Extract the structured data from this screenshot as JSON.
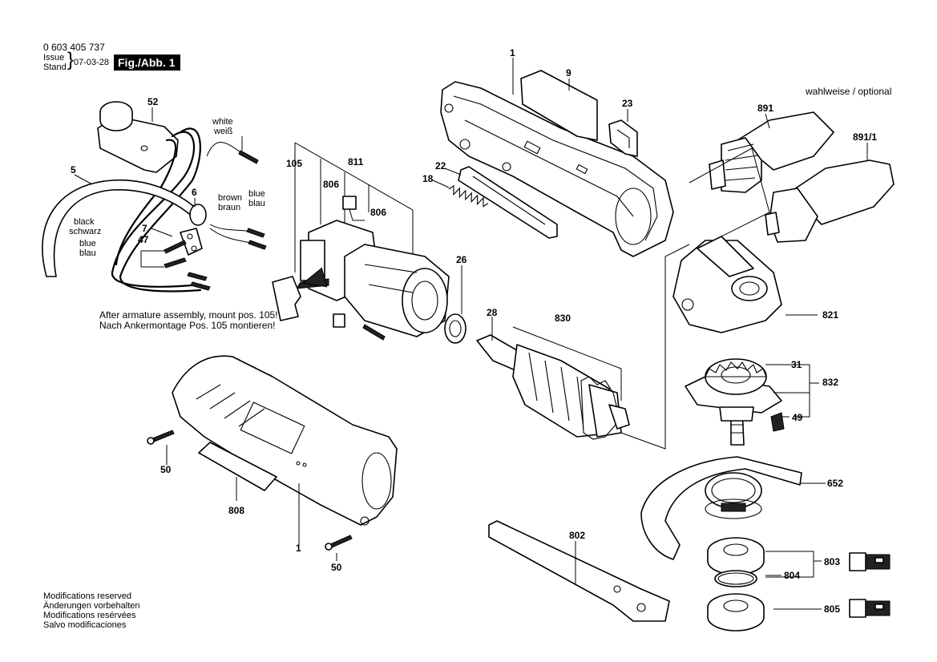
{
  "header": {
    "part_number": "0 603 405 737",
    "issue_line1": "Issue",
    "issue_line2": "Stand",
    "issue_date": "07-03-28",
    "figure_label": "Fig./Abb. 1"
  },
  "option_note": "wahlweise / optional",
  "wire_labels": {
    "white": "white",
    "weiss": "weiß",
    "brown": "brown",
    "braun": "braun",
    "blue_top": "blue",
    "blau_top": "blau",
    "black": "black",
    "schwarz": "schwarz",
    "blue_left": "blue",
    "blau_left": "blau"
  },
  "assembly_note": {
    "line1": "After armature assembly, mount pos. 105!",
    "line2": "Nach Ankermontage Pos. 105 montieren!"
  },
  "footer": {
    "line1": "Modifications reserved",
    "line2": "Änderungen vorbehalten",
    "line3": "Modifications resérvées",
    "line4": "Salvo modificaciones"
  },
  "part_labels": {
    "p1_top": "1",
    "p9": "9",
    "p23": "23",
    "p52": "52",
    "p5": "5",
    "p6": "6",
    "p7": "7",
    "p47": "47",
    "p105": "105",
    "p811": "811",
    "p806a": "806",
    "p806b": "806",
    "p22": "22",
    "p18": "18",
    "p891": "891",
    "p891_1": "891/1",
    "p26": "26",
    "p28": "28",
    "p830": "830",
    "p821": "821",
    "p31": "31",
    "p832": "832",
    "p49": "49",
    "p50a": "50",
    "p808": "808",
    "p1_bottom": "1",
    "p50b": "50",
    "p652": "652",
    "p802": "802",
    "p803": "803",
    "p804": "804",
    "p805": "805"
  }
}
